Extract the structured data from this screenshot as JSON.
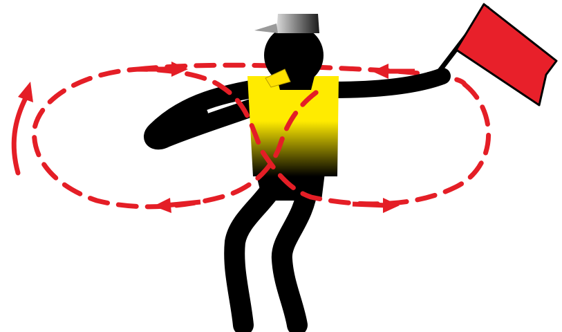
{
  "figure": {
    "subject": "flagger-figure",
    "elements": [
      "cap-icon",
      "head",
      "whistle-icon",
      "safety-vest",
      "raised-arm",
      "waving-arm",
      "red-flag-icon",
      "legs",
      "circular-motion-path"
    ]
  },
  "colors": {
    "background": "#ffffff",
    "body": "#000000",
    "vest_top": "#ffeb00",
    "vest_bottom": "#000000",
    "whistle": "#ffe100",
    "cap_light": "#d9d9d9",
    "cap_dark": "#1a1a1a",
    "flag": "#e8202a",
    "motion_path": "#e41e26"
  }
}
